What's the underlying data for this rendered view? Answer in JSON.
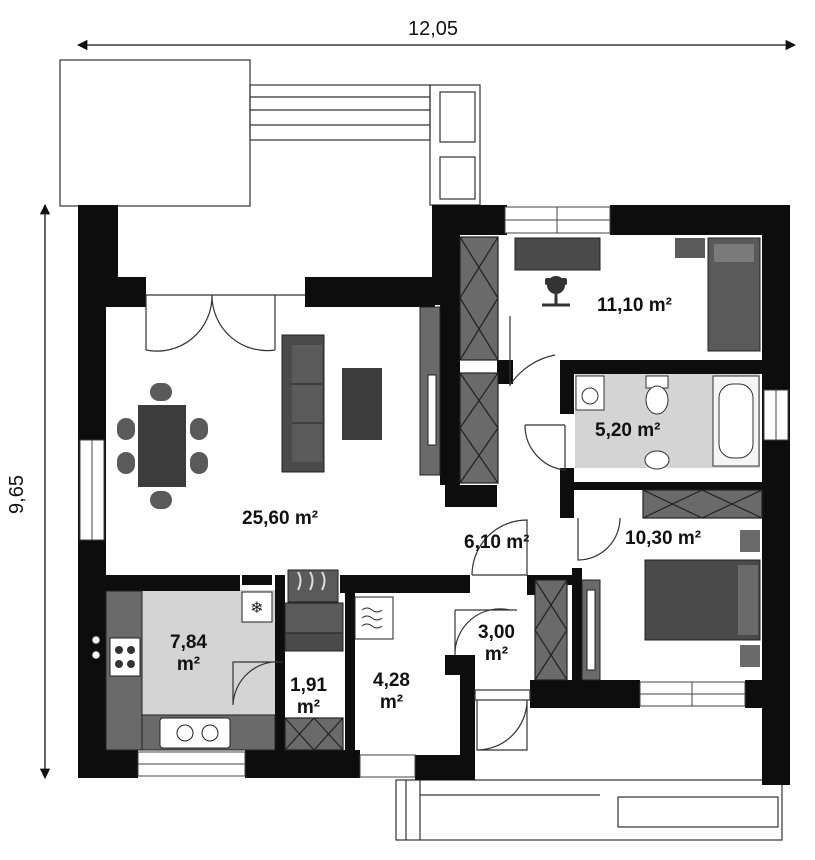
{
  "dimensions": {
    "width": "12,05",
    "height": "9,65"
  },
  "rooms": [
    {
      "id": "living",
      "area": "25,60 m²"
    },
    {
      "id": "bedroom-top",
      "area": "11,10 m²"
    },
    {
      "id": "bathroom",
      "area": "5,20 m²"
    },
    {
      "id": "hall",
      "area": "6,10 m²"
    },
    {
      "id": "bedroom-right",
      "area": "10,30 m²"
    },
    {
      "id": "kitchen",
      "area_value": "7,84",
      "area_unit": "m²"
    },
    {
      "id": "pantry",
      "area_value": "1,91",
      "area_unit": "m²"
    },
    {
      "id": "boiler-room",
      "area_value": "4,28",
      "area_unit": "m²"
    },
    {
      "id": "entry",
      "area_value": "3,00",
      "area_unit": "m²"
    }
  ],
  "colors": {
    "wall": "#0d0d0d",
    "furniture_dark": "#3c3c3c",
    "furniture_mid": "#6a6a6a",
    "floor_grey": "#d4d4d4"
  },
  "icons": [
    "dining-table-icon",
    "sofa-icon",
    "bed-icon",
    "bathtub-icon",
    "toilet-icon",
    "sink-icon",
    "washing-machine-icon",
    "stove-icon",
    "kitchen-sink-icon",
    "fridge-icon",
    "boiler-icon",
    "fireplace-icon",
    "office-chair-icon"
  ]
}
